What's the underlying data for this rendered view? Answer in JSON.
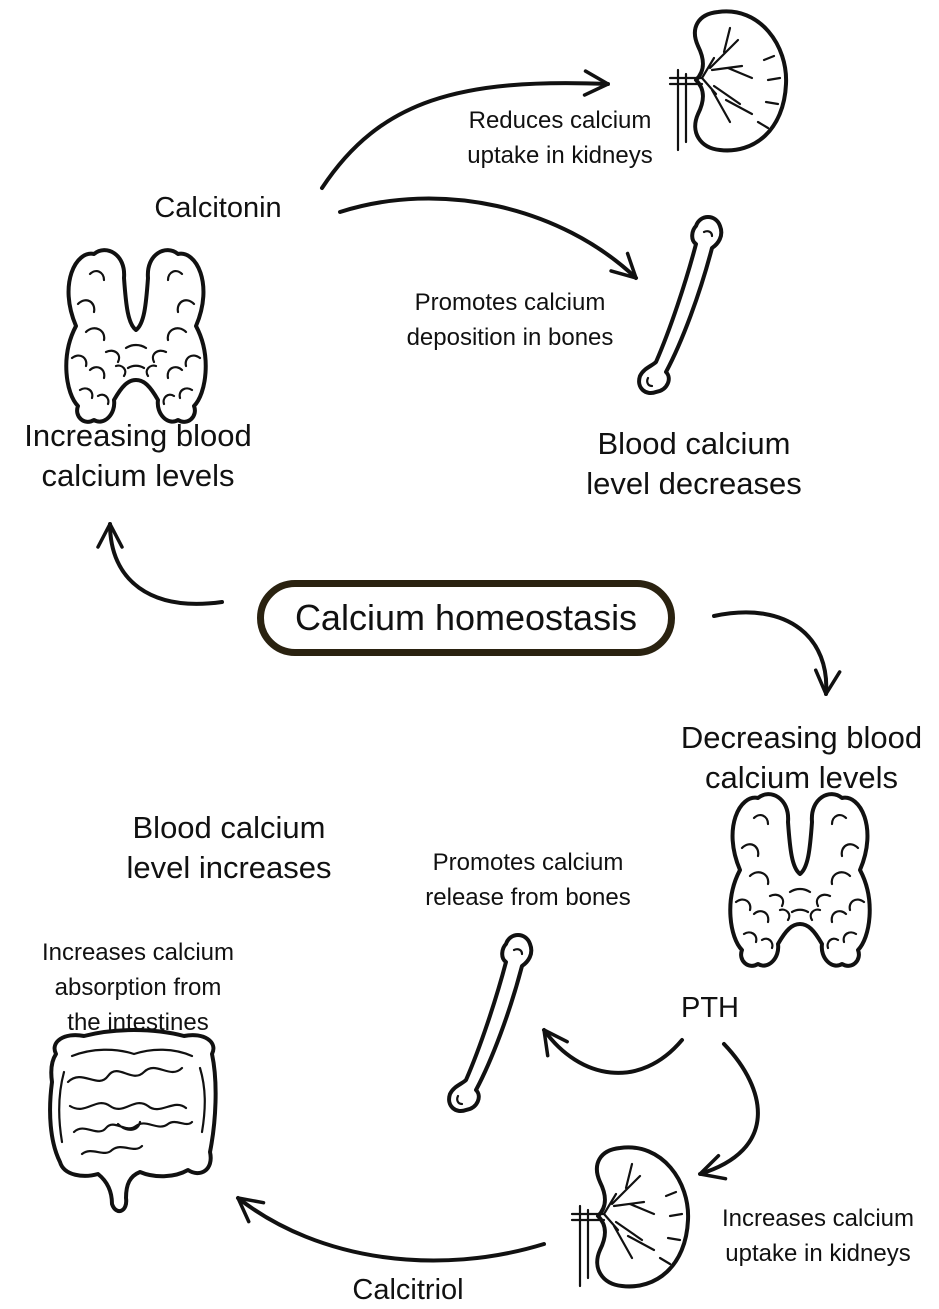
{
  "diagram": {
    "center": "Calcium homeostasis",
    "top_branch": {
      "condition": [
        "Increasing blood",
        "calcium levels"
      ],
      "hormone": "Calcitonin",
      "effect_kidney": [
        "Reduces calcium",
        "uptake in kidneys"
      ],
      "effect_bone": [
        "Promotes calcium",
        "deposition in bones"
      ],
      "result": [
        "Blood calcium",
        "level decreases"
      ]
    },
    "bottom_branch": {
      "condition": [
        "Decreasing blood",
        "calcium levels"
      ],
      "hormone": "PTH",
      "effect_bone": [
        "Promotes calcium",
        "release from bones"
      ],
      "effect_kidney": [
        "Increases calcium",
        "uptake in kidneys"
      ],
      "secondary_hormone": "Calcitriol",
      "effect_intestine": [
        "Increases calcium",
        "absorption from",
        "the intestines"
      ],
      "result": [
        "Blood calcium",
        "level increases"
      ]
    },
    "icons": [
      "thyroid-icon",
      "kidney-icon",
      "bone-icon",
      "intestine-icon"
    ]
  }
}
